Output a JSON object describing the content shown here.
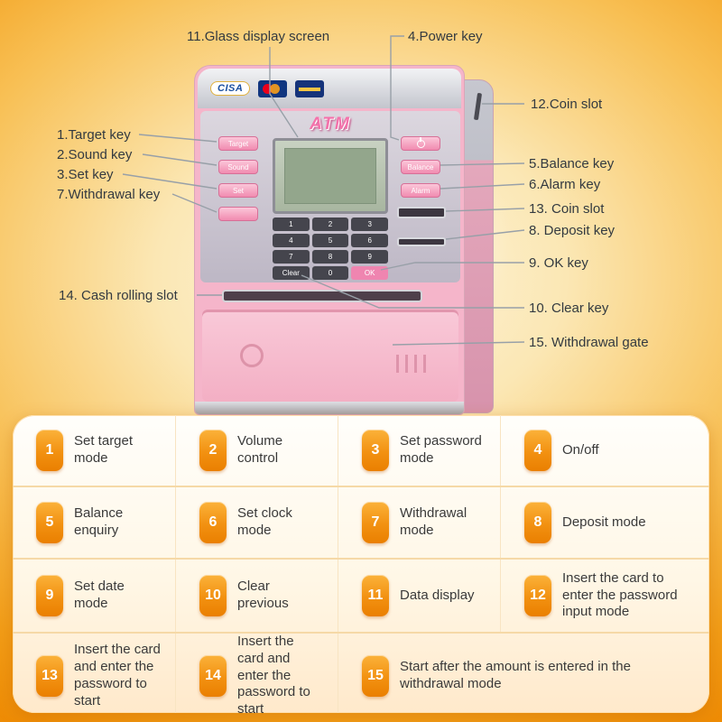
{
  "callouts": [
    {
      "label": "11.Glass display screen"
    },
    {
      "label": "4.Power key"
    },
    {
      "label": "12.Coin slot"
    },
    {
      "label": "1.Target key"
    },
    {
      "label": "2.Sound key"
    },
    {
      "label": "3.Set key"
    },
    {
      "label": "7.Withdrawal key"
    },
    {
      "label": "5.Balance key"
    },
    {
      "label": "6.Alarm key"
    },
    {
      "label": "13. Coin slot"
    },
    {
      "label": "8. Deposit key"
    },
    {
      "label": "9. OK key"
    },
    {
      "label": "10. Clear key"
    },
    {
      "label": "14. Cash rolling slot"
    },
    {
      "label": "15. Withdrawal gate"
    }
  ],
  "atm": {
    "brand": "CISA",
    "panel_text": "ATM",
    "left_buttons": [
      "Target",
      "Sound",
      "Set",
      ""
    ],
    "right_buttons": [
      "Balance",
      "Alarm"
    ],
    "keypad": [
      "1",
      "2",
      "3",
      "4",
      "5",
      "6",
      "7",
      "8",
      "9",
      "Clear",
      "0",
      "OK"
    ]
  },
  "colors": {
    "accent_orange": "#f29111",
    "body_pink": "#f5b5ca",
    "panel_silver": "#c3c5cd"
  },
  "table": {
    "rows": [
      [
        {
          "num": "1",
          "text": "Set target mode"
        },
        {
          "num": "2",
          "text": "Volume control"
        },
        {
          "num": "3",
          "text": "Set password mode"
        },
        {
          "num": "4",
          "text": "On/off"
        }
      ],
      [
        {
          "num": "5",
          "text": "Balance enquiry"
        },
        {
          "num": "6",
          "text": "Set clock mode"
        },
        {
          "num": "7",
          "text": "Withdrawal mode"
        },
        {
          "num": "8",
          "text": "Deposit mode"
        }
      ],
      [
        {
          "num": "9",
          "text": "Set date mode"
        },
        {
          "num": "10",
          "text": "Clear previous"
        },
        {
          "num": "11",
          "text": "Data display"
        },
        {
          "num": "12",
          "text": "Insert the card to enter the password input mode"
        }
      ],
      [
        {
          "num": "13",
          "text": "Insert the card and enter the password to start"
        },
        {
          "num": "14",
          "text": "Insert the card and enter the password to start"
        },
        {
          "num": "15",
          "text": "Start after the amount is entered in the withdrawal mode"
        }
      ]
    ]
  }
}
